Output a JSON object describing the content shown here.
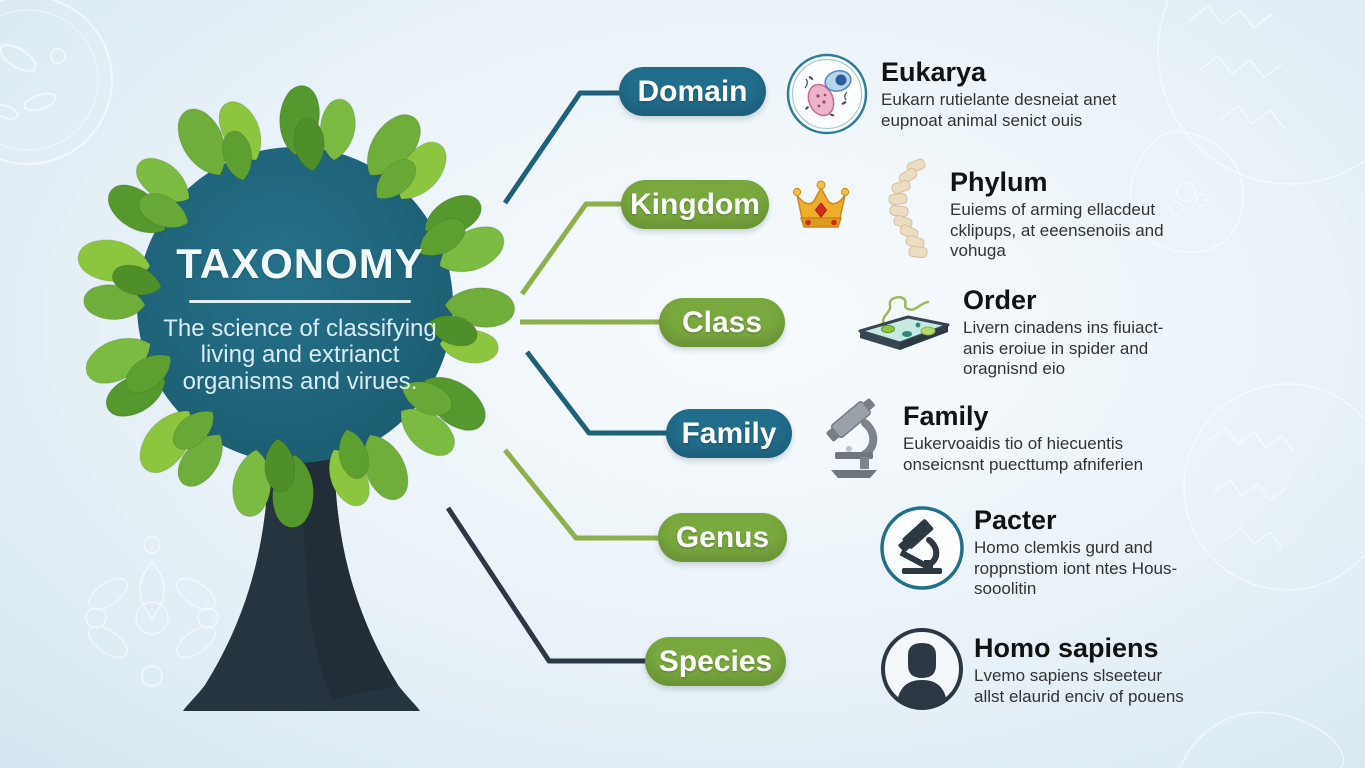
{
  "infographic": {
    "title": "TAXONOMY",
    "subtitle": "The science of classifying\nliving and extrianct\norganisms and virues.",
    "colors": {
      "teal_pill": "#216d8c",
      "green_pill": "#79a93e",
      "line_teal": "#1d6078",
      "line_green": "#8cb04c",
      "line_dark": "#2c3845",
      "canopy": "#1e6173",
      "trunk": "#263642"
    },
    "levels": [
      {
        "label": "Domain",
        "style": "teal"
      },
      {
        "label": "Kingdom",
        "style": "green"
      },
      {
        "label": "Class",
        "style": "green"
      },
      {
        "label": "Family",
        "style": "teal"
      },
      {
        "label": "Genus",
        "style": "green"
      },
      {
        "label": "Species",
        "style": "green"
      }
    ],
    "entries": [
      {
        "heading": "Eukarya",
        "icon": "eukaryote-cell-icon",
        "description": "Eukarn rutielante desneiat anet\neupnoat animal senict ouis"
      },
      {
        "heading": "Phylum",
        "icon": "crown-and-spine-icon",
        "description": "Euiems of arming ellacdeut\ncklipups, at eeensenoiis and\nvohuga"
      },
      {
        "heading": "Order",
        "icon": "specimen-slide-icon",
        "description": "Livern cinadens ins fiuiact-\nanis eroiue in spider and\noragnisnd eio"
      },
      {
        "heading": "Family",
        "icon": "microscope-icon",
        "description": "Eukervoaidis tio of hiecuentis\nonseicnsnt puecttump afniferien"
      },
      {
        "heading": "Pacter",
        "icon": "circled-microscope-icon",
        "description": "Homo clemkis gurd and\nroppnstiom iont ntes Hous-\nsooolitin"
      },
      {
        "heading": "Homo sapiens",
        "icon": "person-silhouette-icon",
        "description": "Lvemo sapiens slseeteur\nallst elaurid enciv of pouens"
      }
    ]
  }
}
